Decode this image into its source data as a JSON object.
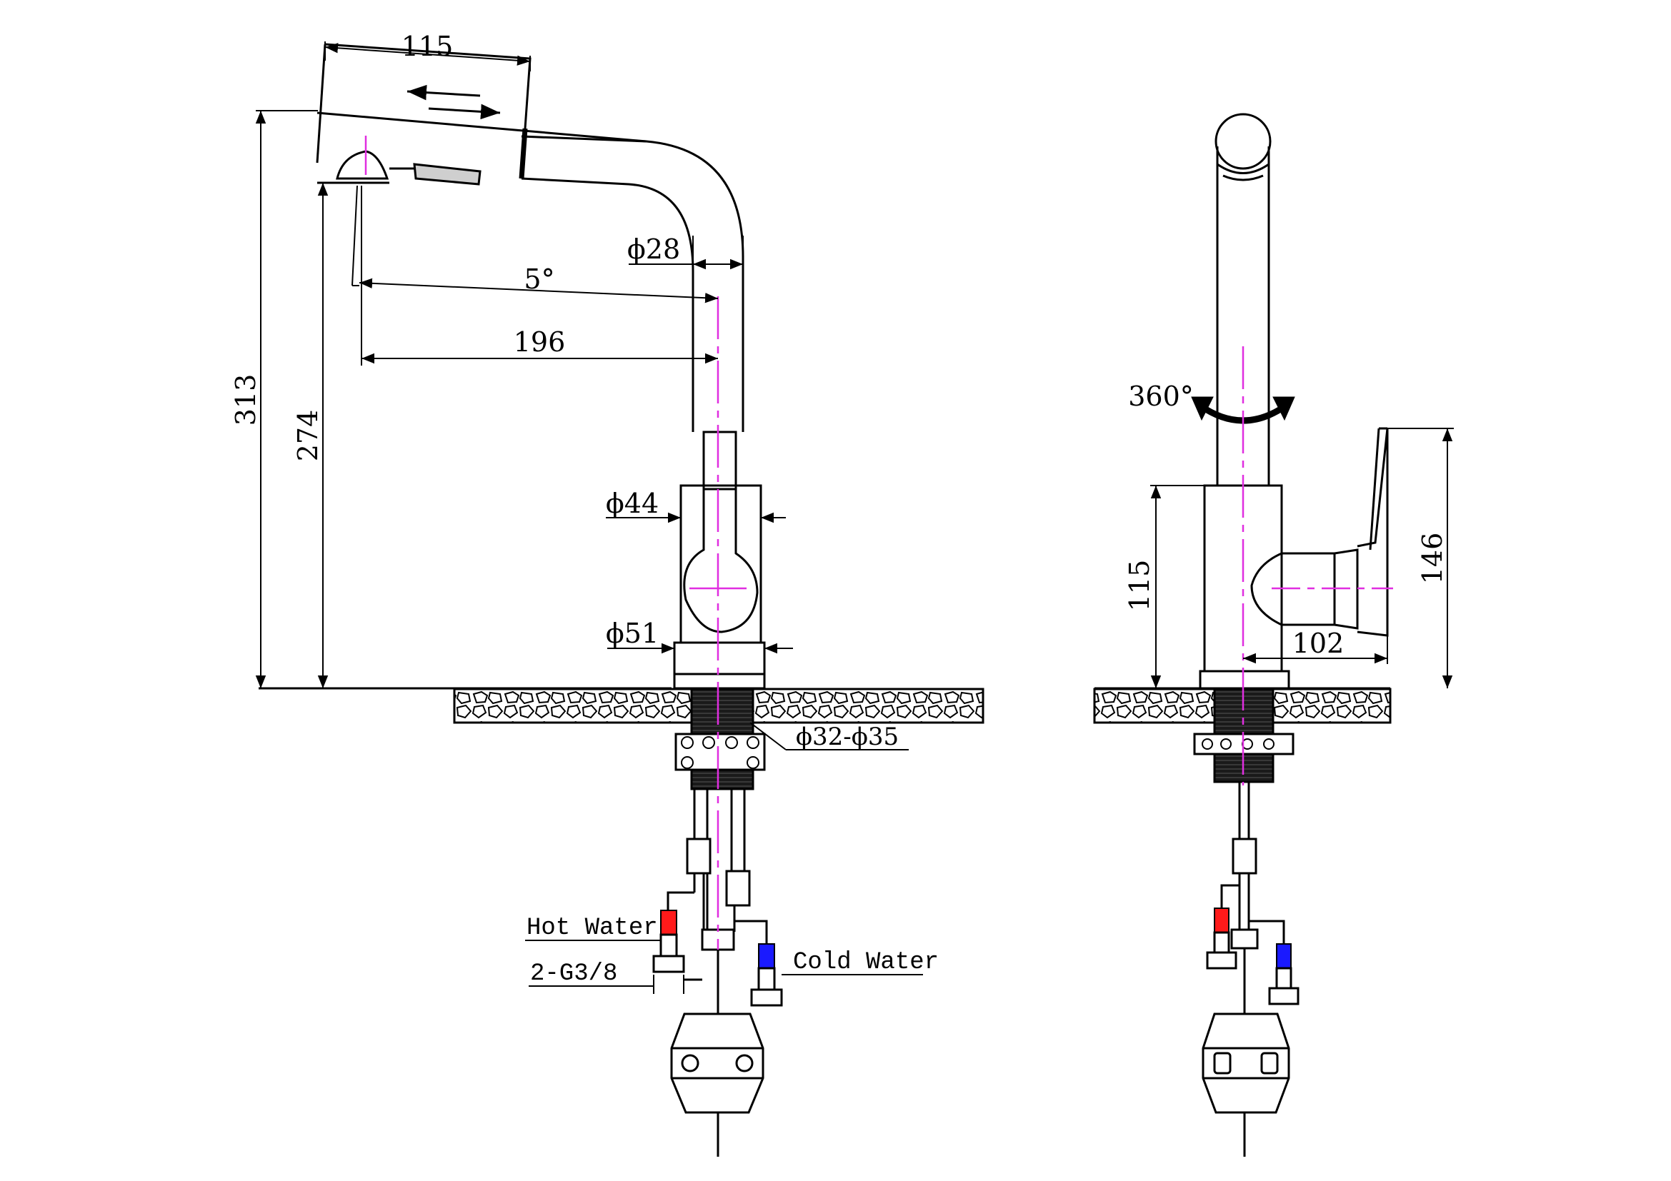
{
  "colors": {
    "axis": "#e02ee0",
    "hot": "#ff1a1a",
    "cold": "#1a1aff",
    "line": "#000000"
  },
  "side_view": {
    "dimensions": {
      "spray_head_length": "115",
      "total_height": "313",
      "spout_height": "274",
      "spout_tube_diameter": "ϕ28",
      "tilt_angle": "5°",
      "spout_reach": "196",
      "body_diameter": "ϕ44",
      "base_diameter": "ϕ51",
      "mounting_hole": "ϕ32-ϕ35"
    },
    "labels": {
      "hot_water": "Hot Water",
      "cold_water": "Cold Water",
      "connection": "2-G3/8"
    }
  },
  "front_view": {
    "dimensions": {
      "rotation": "360°",
      "body_height": "115",
      "handle_height": "146",
      "handle_reach": "102"
    }
  }
}
